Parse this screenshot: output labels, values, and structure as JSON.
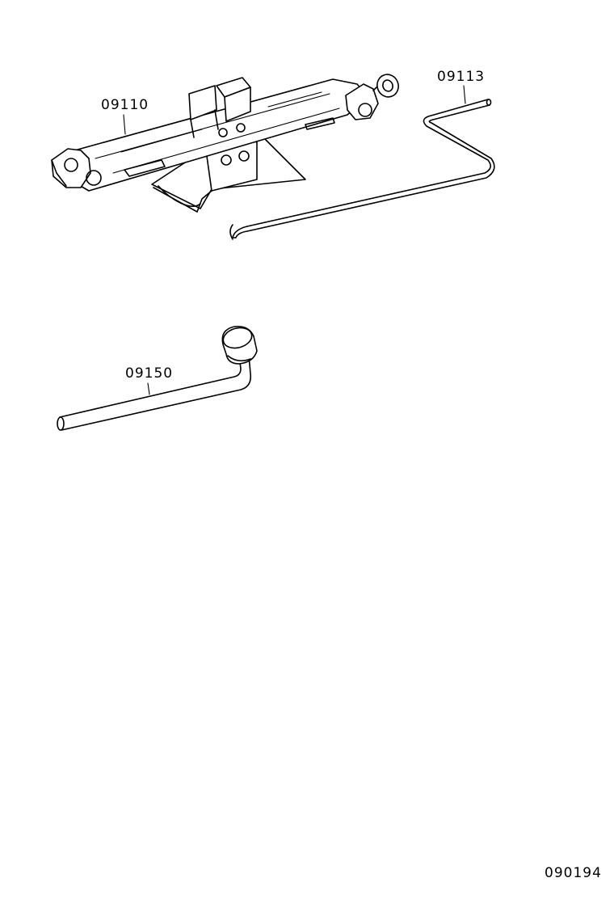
{
  "diagram": {
    "parts": [
      {
        "id": "jack",
        "label": "09110"
      },
      {
        "id": "jack_handle",
        "label": "09113"
      },
      {
        "id": "wheel_wrench",
        "label": "09150"
      }
    ],
    "figure_number": "090194"
  }
}
